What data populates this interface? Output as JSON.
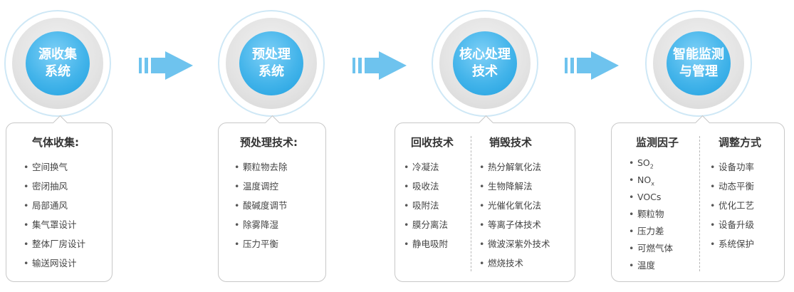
{
  "stages": [
    {
      "line1": "源收集",
      "line2": "系统"
    },
    {
      "line1": "预处理",
      "line2": "系统"
    },
    {
      "line1": "核心处理",
      "line2": "技术"
    },
    {
      "line1": "智能监测",
      "line2": "与管理"
    }
  ],
  "cards": {
    "collect": {
      "title": "气体收集:",
      "items": [
        "空间换气",
        "密闭抽风",
        "局部通风",
        "集气罩设计",
        "整体厂房设计",
        "输送网设计"
      ]
    },
    "pretreat": {
      "title": "预处理技术:",
      "items": [
        "颗粒物去除",
        "温度调控",
        "酸碱度调节",
        "除雾降湿",
        "压力平衡"
      ]
    },
    "core": {
      "left_title": "回收技术",
      "left_items": [
        "冷凝法",
        "吸收法",
        "吸附法",
        "膜分离法",
        "静电吸附"
      ],
      "right_title": "销毁技术",
      "right_items": [
        "热分解氧化法",
        "生物降解法",
        "光催化氧化法",
        "等离子体技术",
        "微波深紫外技术",
        "燃烧技术"
      ]
    },
    "monitor": {
      "left_title": "监测因子",
      "left_items": [
        {
          "base": "SO",
          "sub": "2"
        },
        {
          "base": "NO",
          "sub": "x"
        },
        {
          "base": "VOCs",
          "sub": ""
        },
        {
          "base": "颗粒物",
          "sub": ""
        },
        {
          "base": "压力差",
          "sub": ""
        },
        {
          "base": "可燃气体",
          "sub": ""
        },
        {
          "base": "温度",
          "sub": ""
        }
      ],
      "right_title": "调整方式",
      "right_items": [
        "设备功率",
        "动态平衡",
        "优化工艺",
        "设备升级",
        "系统保护"
      ]
    }
  },
  "colors": {
    "accent": "#43b4ea",
    "arrow": "#6ec3ee",
    "ring": "#cfe8f6",
    "border": "#c8c8c8"
  },
  "bullet": "•"
}
